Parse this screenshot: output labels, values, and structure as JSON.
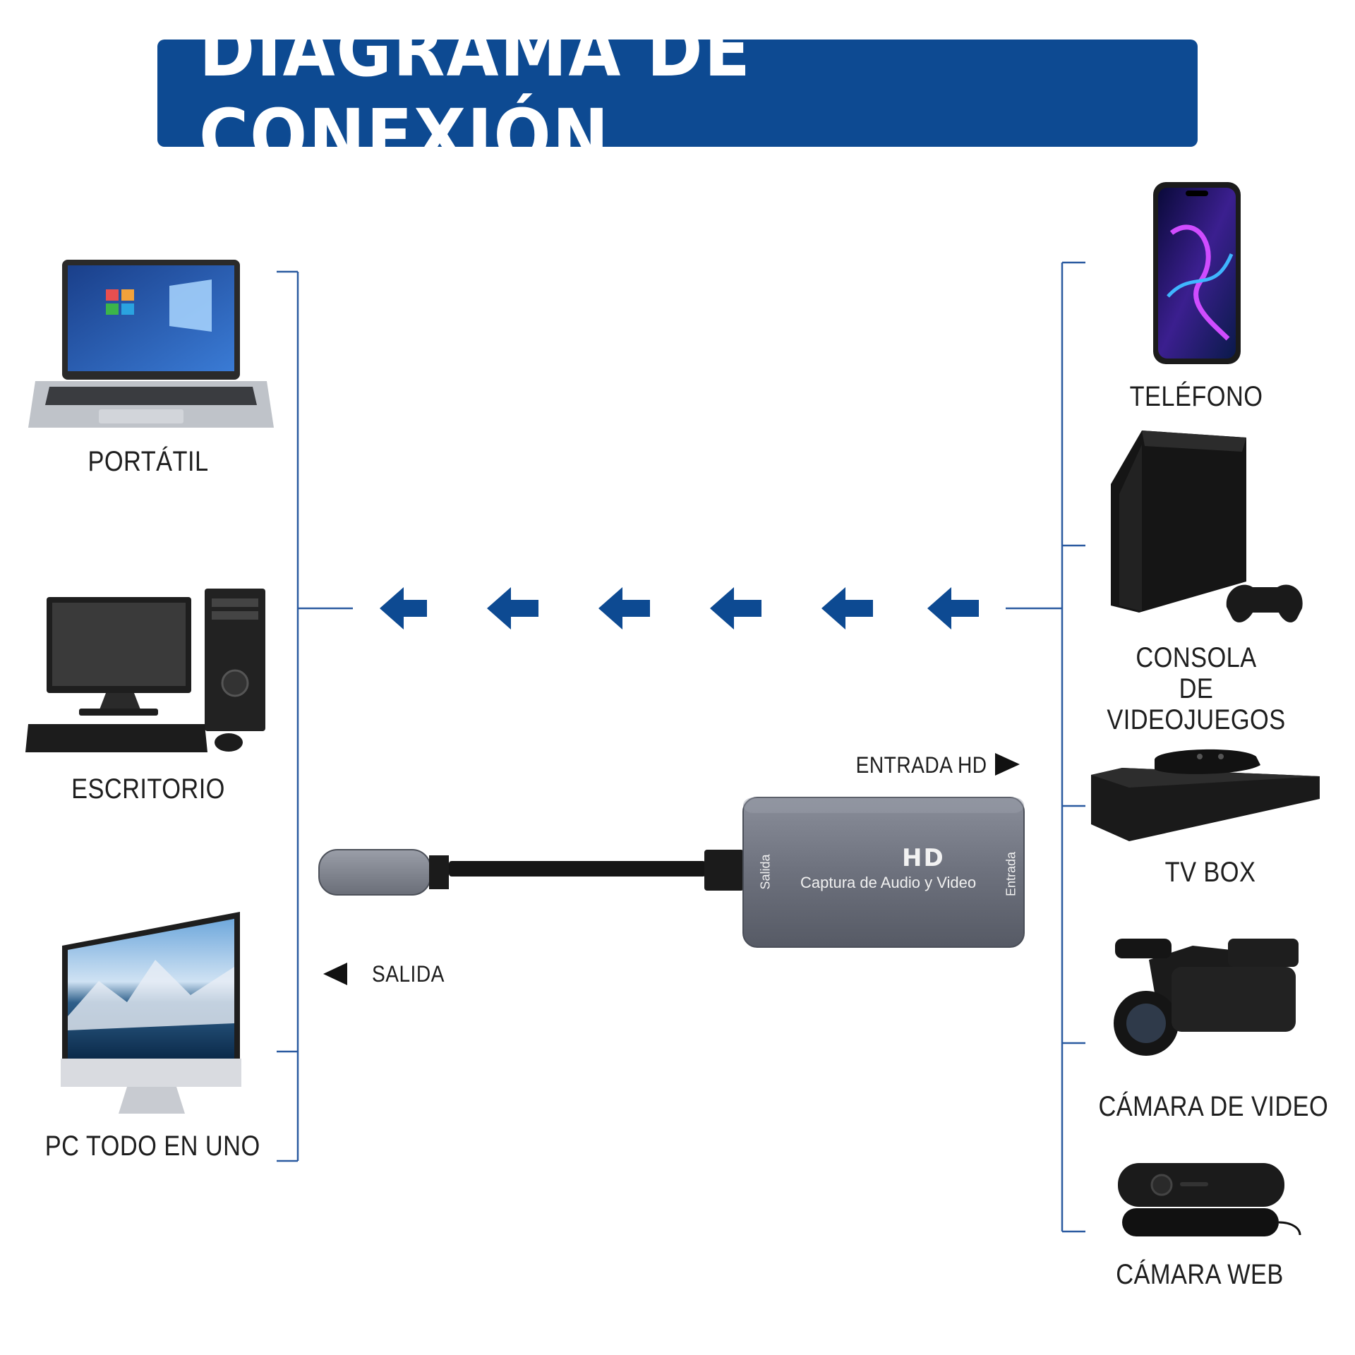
{
  "header": {
    "title": "DIAGRAMA DE CONEXIÓN"
  },
  "left_devices": [
    {
      "label": "PORTÁTIL",
      "icon": "laptop-icon"
    },
    {
      "label": "ESCRITORIO",
      "icon": "desktop-computer-icon"
    },
    {
      "label": "PC TODO EN UNO",
      "icon": "all-in-one-pc-icon"
    }
  ],
  "right_devices": [
    {
      "label": "TELÉFONO",
      "icon": "smartphone-icon"
    },
    {
      "label": "CONSOLA\nDE VIDEOJUEGOS",
      "icon": "game-console-icon"
    },
    {
      "label": "TV BOX",
      "icon": "tv-box-icon"
    },
    {
      "label": "CÁMARA DE VIDEO",
      "icon": "video-camera-icon"
    },
    {
      "label": "CÁMARA WEB",
      "icon": "webcam-icon"
    }
  ],
  "adapter": {
    "badge": "HD",
    "caption": "Captura de Audio y Video",
    "side_left": "Salida",
    "side_right": "Entrada",
    "input_label": "ENTRADA HD",
    "output_label": "SALIDA"
  },
  "colors": {
    "accent": "#0d4a92",
    "bracket": "#2a5aa0",
    "adapter_body": "#6e7280"
  }
}
